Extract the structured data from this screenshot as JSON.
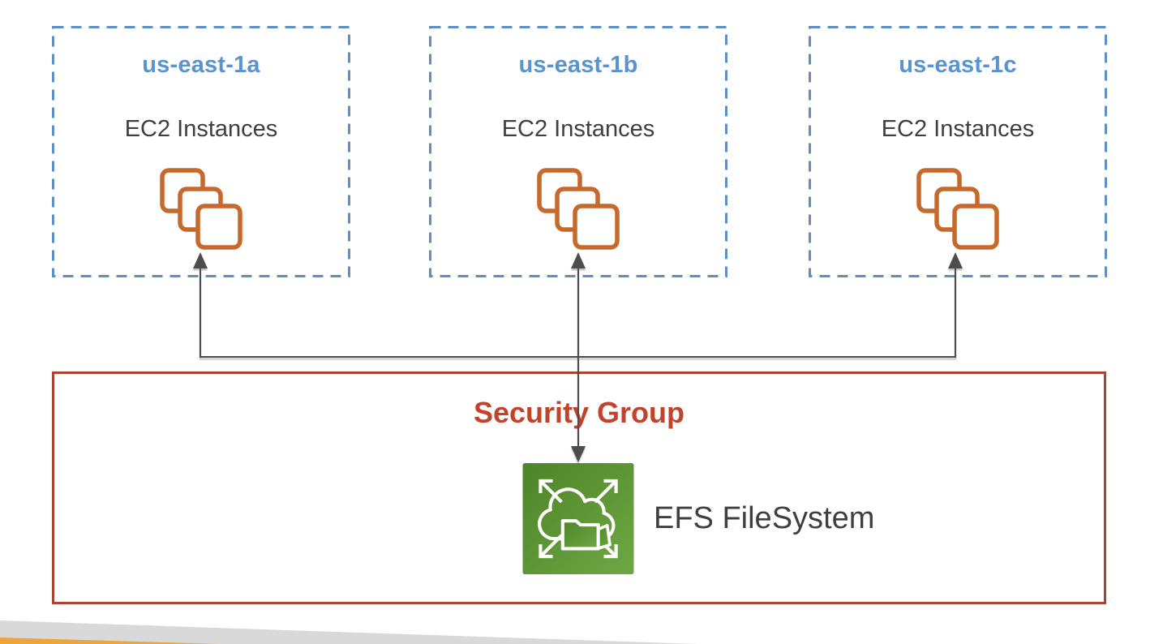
{
  "diagram": {
    "availability_zones": [
      {
        "name": "us-east-1a",
        "service_label": "EC2 Instances",
        "icon": "ec2-instances-icon"
      },
      {
        "name": "us-east-1b",
        "service_label": "EC2 Instances",
        "icon": "ec2-instances-icon"
      },
      {
        "name": "us-east-1c",
        "service_label": "EC2 Instances",
        "icon": "ec2-instances-icon"
      }
    ],
    "security_group": {
      "label": "Security Group"
    },
    "efs": {
      "label": "EFS FileSystem",
      "icon": "efs-filesystem-icon"
    },
    "connections": [
      {
        "from": "EFS FileSystem",
        "to": "EC2 Instances us-east-1a",
        "style": "arrow-up"
      },
      {
        "from": "EFS FileSystem",
        "to": "EC2 Instances us-east-1b",
        "style": "double-headed-arrow"
      },
      {
        "from": "EFS FileSystem",
        "to": "EC2 Instances us-east-1c",
        "style": "arrow-up"
      }
    ],
    "colors": {
      "az_border": "#5E8FC4",
      "az_label": "#5B93CE",
      "body_text": "#3F3F3F",
      "ec2_orange": "#C7692C",
      "sg_border": "#A84532",
      "sg_label": "#C1432B",
      "connector": "#4D4D4D",
      "efs_green_dark": "#4D8429",
      "efs_green_light": "#6FA843",
      "swoosh_gray": "#D9D9D9",
      "swoosh_orange": "#EDA43C"
    }
  }
}
